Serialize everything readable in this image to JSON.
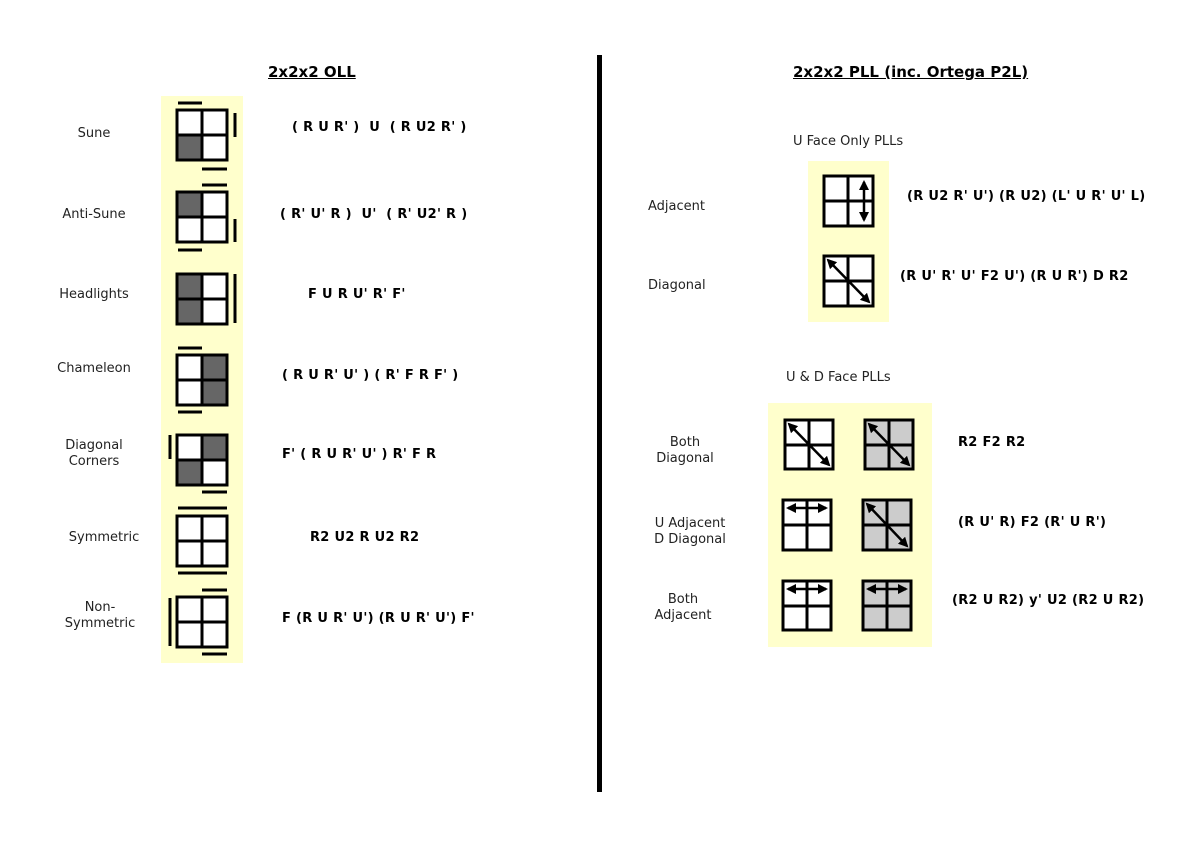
{
  "oll": {
    "title": "2x2x2 OLL",
    "cases": [
      {
        "name": "Sune",
        "alg": "( R U R' )  U  ( R U2 R' )"
      },
      {
        "name": "Anti-Sune",
        "alg": "( R' U' R )  U'  ( R' U2' R )"
      },
      {
        "name": "Headlights",
        "alg": "F U R U' R' F'"
      },
      {
        "name": "Chameleon",
        "alg": "( R U R' U' ) ( R' F R F' )"
      },
      {
        "name": "Diagonal\nCorners",
        "name_line1": "Diagonal",
        "name_line2": "Corners",
        "alg": "F' ( R U R' U' ) R' F R"
      },
      {
        "name": "Symmetric",
        "alg": "R2 U2 R U2 R2"
      },
      {
        "name": "Non-\nSymmetric",
        "name_line1": "Non-",
        "name_line2": "Symmetric",
        "alg": "F (R U R' U') (R U R' U') F'"
      }
    ]
  },
  "pll": {
    "title": "2x2x2 PLL (inc. Ortega P2L)",
    "u_face": {
      "heading": "U  Face Only PLLs",
      "cases": [
        {
          "name": "Adjacent",
          "alg": "(R U2 R' U') (R U2) (L' U R' U' L)"
        },
        {
          "name": "Diagonal",
          "alg": "(R U' R' U' F2 U') (R U R') D R2"
        }
      ]
    },
    "ud_face": {
      "heading": "U  & D Face PLLs",
      "cases": [
        {
          "name_line1": "Both",
          "name_line2": "Diagonal",
          "alg": "R2 F2 R2"
        },
        {
          "name_line1": "U Adjacent",
          "name_line2": "D Diagonal",
          "alg": "(R U' R) F2 (R' U R')"
        },
        {
          "name_line1": "Both",
          "name_line2": "Adjacent",
          "alg": "(R2 U R2) y' U2 (R2 U R2)"
        }
      ]
    }
  },
  "colors": {
    "panel": "#ffffcc",
    "oriented_sticker": "#666666",
    "d_face": "#cccccc",
    "u_face": "#ffffff"
  }
}
